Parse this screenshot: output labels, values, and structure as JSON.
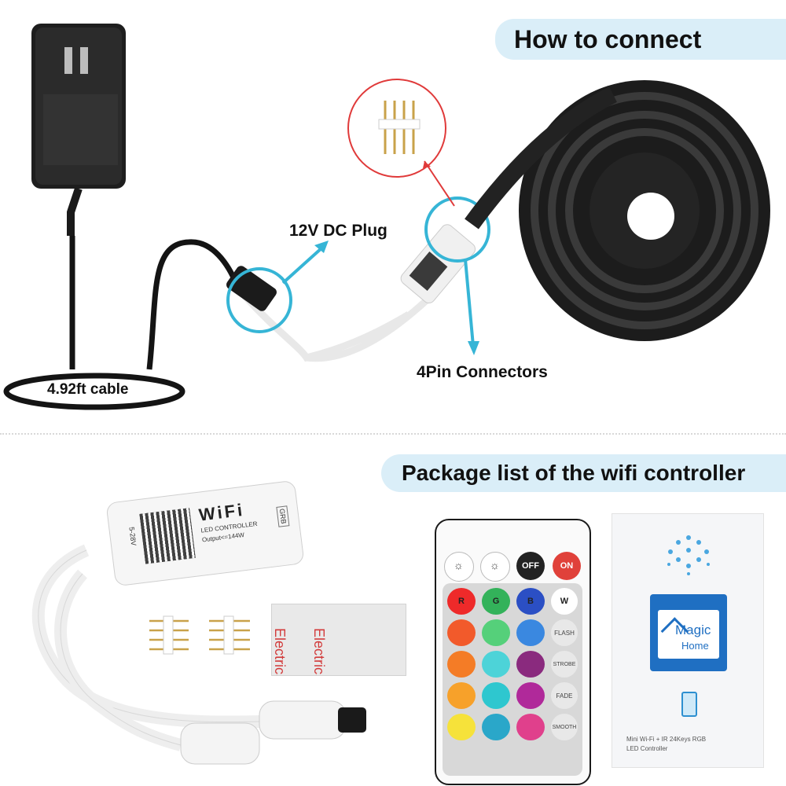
{
  "top": {
    "banner": "How to connect",
    "labels": {
      "dc_plug": "12V DC Plug",
      "connectors": "4Pin Connectors",
      "cable": "4.92ft cable"
    }
  },
  "bottom": {
    "banner": "Package list of the wifi controller",
    "controller": {
      "wifi_text": "WiFi",
      "line1": "LED CONTROLLER",
      "line2": "Output<=144W",
      "voltage": "5-28V",
      "grb": "GRB"
    },
    "tape_text": "Electrics",
    "remote": {
      "off": "OFF",
      "on": "ON",
      "r": "R",
      "g": "G",
      "b": "B",
      "w": "W",
      "flash": "FLASH",
      "strobe": "STROBE",
      "fade": "FADE",
      "smooth": "SMOOTH"
    },
    "card": {
      "app_line1": "Magic",
      "app_line2": "Home",
      "caption_line1": "Mini Wi-Fi + IR 24Keys RGB",
      "caption_line2": "LED Controller"
    }
  },
  "colors": {
    "accent": "#36b5d6",
    "banner_bg": "#daeef8",
    "red_callout": "#e03a3a"
  }
}
